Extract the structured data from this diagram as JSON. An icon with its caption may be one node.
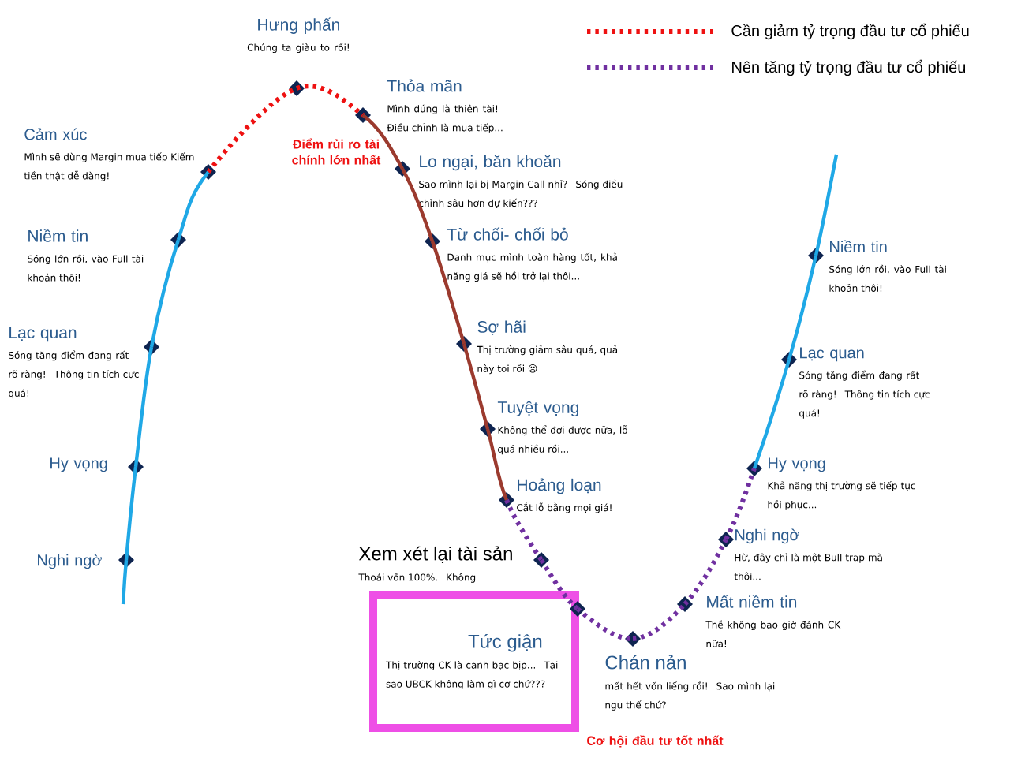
{
  "diagram": {
    "nodes": [
      {
        "text": [
          "Nghi ngờ"
        ]
      },
      {
        "text": [
          "Hy vọng"
        ]
      },
      {
        "text": [
          "Lạc quan",
          "Sóng tăng điểm đang rất rõ ràng! Thông tin tích cực quá!"
        ]
      },
      {
        "text": [
          "Niềm tin",
          "Sóng lớn rồi, vào Full tài khoản thôi!"
        ]
      },
      {
        "text": [
          "Cảm xúc",
          "Mình sẽ dùng Margin mua tiếp Kiếm tiền thật dễ dàng!"
        ]
      },
      {
        "text": [
          "Hưng phấn",
          "Chúng ta giàu to rồi!"
        ]
      },
      {
        "text": [
          "Thỏa mãn",
          "Mình đúng là thiên tài! Điều chỉnh là mua tiếp..."
        ]
      },
      {
        "text": [
          "Lo ngại, băn khoăn",
          "Sao mình lại bị Margin Call nhỉ? Sóng điều chỉnh sâu hơn dự kiến???"
        ]
      },
      {
        "text": [
          "Từ chối- chối bỏ",
          "Danh mục mình toàn hàng tốt, khả năng giá sẽ hồi trở lại thôi..."
        ]
      },
      {
        "text": [
          "Sợ hãi",
          "Thị trường giảm sâu quá, quả này toi rồi ☹"
        ]
      },
      {
        "text": [
          "Tuyệt vọng",
          "Không thể đợi được nữa, lỗ quá nhiều rồi..."
        ]
      },
      {
        "text": [
          "Hoảng loạn",
          "Cắt lỗ bằng mọi giá!"
        ]
      },
      {
        "text": [
          "Xem xét lại tài sản",
          "Thoái vốn 100%. Không"
        ]
      },
      {
        "text": [
          "Tức giận",
          "Thị trường CK là canh bạc bịp... Tại sao UBCK không làm gì cơ chứ???"
        ]
      },
      {
        "text": [
          "Chán nản",
          "mất hết vốn liếng rồi! Sao mình lại ngu thế chứ?"
        ]
      },
      {
        "text": [
          "Mất niềm tin",
          "Thề không bao giờ đánh CK nữa!"
        ]
      },
      {
        "text": [
          "Nghi ngờ",
          "Hừ, đây chỉ là một Bull trap mà thôi..."
        ]
      },
      {
        "text": [
          "Hy vọng",
          "Khả năng thị trường sẽ tiếp tục hồi phục..."
        ]
      },
      {
        "text": [
          "Lạc quan",
          "Sóng tăng điểm đang rất rõ ràng! Thông tin tích cực quá!"
        ]
      },
      {
        "text": [
          "Niềm tin",
          "Sóng lớn rồi, vào Full tài khoản thôi!"
        ]
      }
    ],
    "edges": [
      {
        "from": 0,
        "to": null,
        "arrow": "none",
        "color": "#1fa8e6"
      },
      {
        "from": 0,
        "to": 1,
        "arrow": "none",
        "color": "#1fa8e6"
      },
      {
        "from": 1,
        "to": 2,
        "arrow": "none",
        "color": "#1fa8e6"
      },
      {
        "from": 2,
        "to": 3,
        "arrow": "none",
        "color": "#1fa8e6"
      },
      {
        "from": 3,
        "to": 4,
        "arrow": "none",
        "color": "#1fa8e6"
      },
      {
        "from": 4,
        "to": 5,
        "arrow": "none",
        "style": "dashed",
        "color": "#ee1111"
      },
      {
        "from": 5,
        "to": 6,
        "arrow": "none",
        "style": "dashed",
        "color": "#ee1111"
      },
      {
        "from": 6,
        "to": 7,
        "arrow": "none",
        "color": "#9b3a2e"
      },
      {
        "from": 7,
        "to": 8,
        "arrow": "none",
        "color": "#9b3a2e"
      },
      {
        "from": 8,
        "to": 9,
        "arrow": "none",
        "color": "#9b3a2e"
      },
      {
        "from": 9,
        "to": 10,
        "arrow": "none",
        "color": "#9b3a2e"
      },
      {
        "from": 10,
        "to": 11,
        "arrow": "none",
        "color": "#9b3a2e"
      },
      {
        "from": 11,
        "to": 12,
        "arrow": "none",
        "style": "dashed",
        "color": "#7030a0"
      },
      {
        "from": 12,
        "to": 13,
        "arrow": "none",
        "style": "dashed",
        "color": "#7030a0"
      },
      {
        "from": 13,
        "to": 14,
        "arrow": "none",
        "style": "dashed",
        "color": "#7030a0"
      },
      {
        "from": 14,
        "to": 15,
        "arrow": "none",
        "style": "dashed",
        "color": "#7030a0"
      },
      {
        "from": 15,
        "to": 16,
        "arrow": "none",
        "style": "dashed",
        "color": "#7030a0"
      },
      {
        "from": 16,
        "to": 17,
        "arrow": "none",
        "style": "dashed",
        "color": "#7030a0"
      },
      {
        "from": 17,
        "to": 18,
        "arrow": "none",
        "color": "#1fa8e6"
      },
      {
        "from": 18,
        "to": 19,
        "arrow": "none",
        "color": "#1fa8e6"
      },
      {
        "from": 19,
        "to": null,
        "arrow": "none",
        "color": "#1fa8e6"
      }
    ],
    "labels": [
      "Điểm rủi ro tài chính lớn nhất",
      "Cơ hội đầu tư tốt nhất"
    ],
    "legend": [
      {
        "text": "Cần giảm tỷ trọng đầu tư cổ phiếu"
      },
      {
        "text": "Nên tăng tỷ trọng đầu tư cổ phiếu"
      }
    ]
  }
}
